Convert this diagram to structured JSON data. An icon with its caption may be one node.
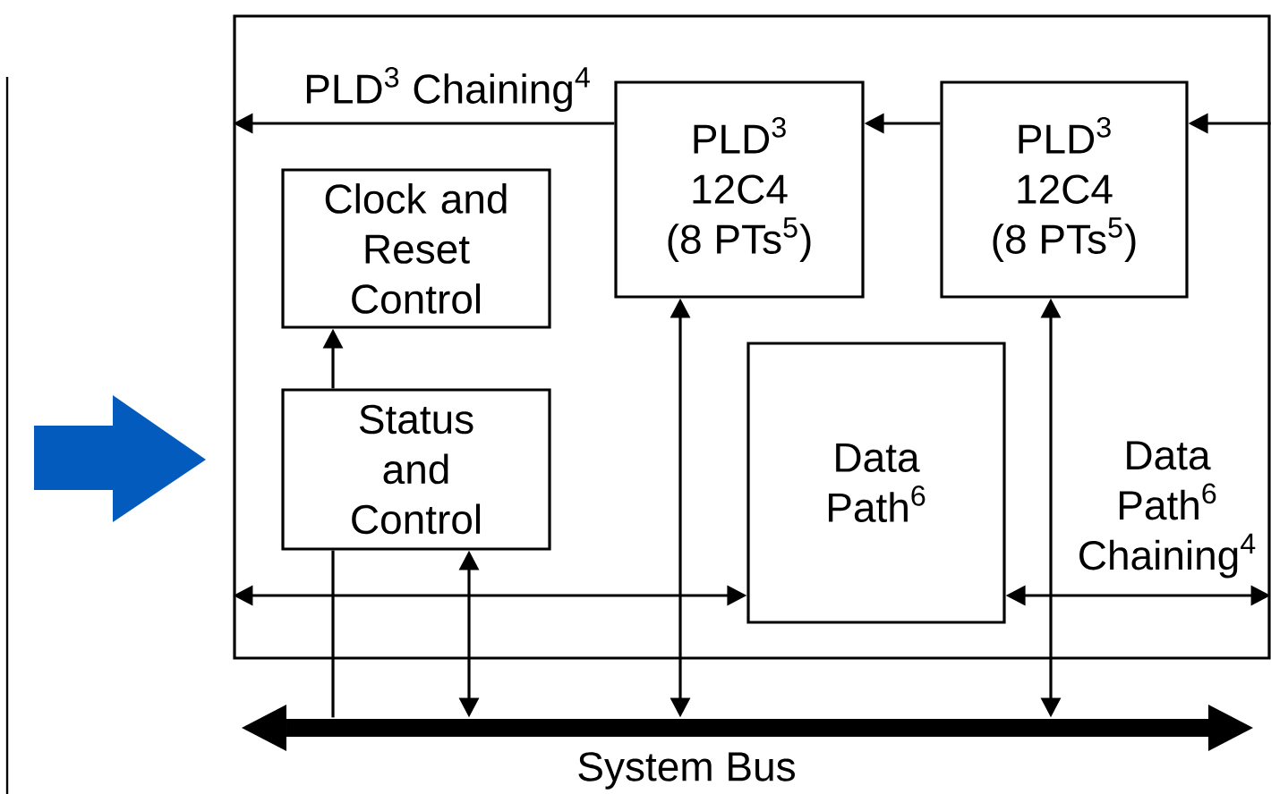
{
  "diagram": {
    "nodes": [
      {
        "text": [],
        "shape": "box"
      },
      {
        "text": [
          "Clock and Reset Control"
        ],
        "in": 0
      },
      {
        "text": [
          "PLD$^{3}$ 12C4 (8 PTs$^{5}$)"
        ],
        "in": 0
      },
      {
        "text": [
          "PLD$^{3}$ 12C4 (8 PTs$^{5}$)"
        ],
        "in": 0
      },
      {
        "text": [
          "Status and Control"
        ],
        "in": 0
      },
      {
        "text": [
          "Data Path$^{6}$"
        ],
        "in": 0
      },
      {
        "text": [],
        "shape": "bar",
        "beside": [
          "System Bus"
        ]
      }
    ],
    "edges": [
      {
        "from": 2,
        "to": 0,
        "arrow": "to",
        "label": "PLD$^{3}$ Chaining$^{4}$"
      },
      {
        "from": 3,
        "to": 2,
        "arrow": "to"
      },
      {
        "from": 0,
        "to": 3,
        "arrow": "to"
      },
      {
        "from": 4,
        "to": 1,
        "arrow": "to"
      },
      {
        "from": 6,
        "to": 4,
        "arrow": "none"
      },
      {
        "from": 4,
        "to": 6,
        "arrow": "both"
      },
      {
        "from": 0,
        "to": 5,
        "arrow": "both"
      },
      {
        "from": 2,
        "to": 6,
        "arrow": "both"
      },
      {
        "from": 3,
        "to": 6,
        "arrow": "both"
      },
      {
        "from": 5,
        "to": 0,
        "arrow": "both",
        "label": "Data Path$^{6}$ Chaining$^{4}$"
      }
    ]
  }
}
